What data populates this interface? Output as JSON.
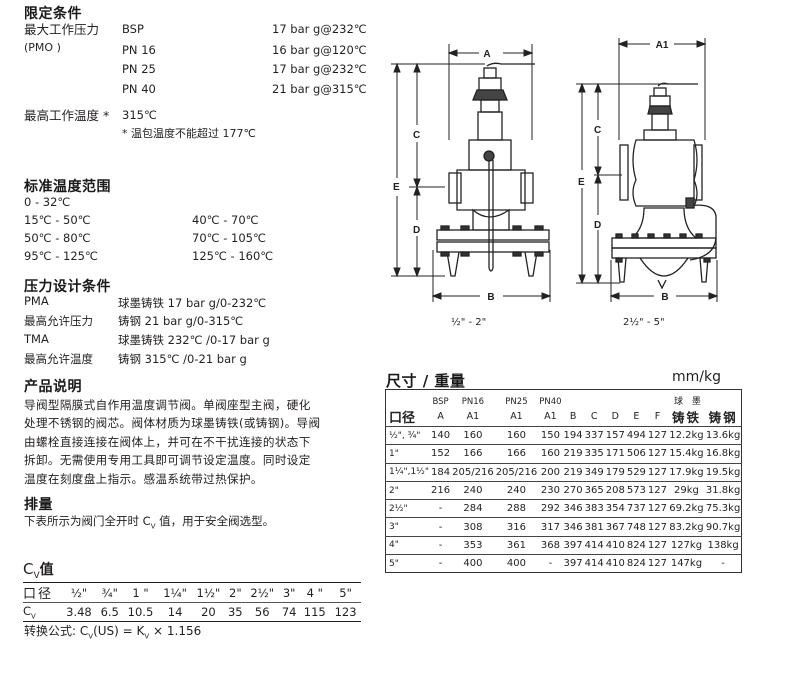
{
  "limits": {
    "title": "限定条件",
    "pmo_label": "最大工作压力",
    "pmo_sub": "(PMO )",
    "pmo_rows": [
      {
        "rating": "BSP",
        "value": "17 bar g@232℃"
      },
      {
        "rating": "PN 16",
        "value": "16 bar g@120℃"
      },
      {
        "rating": "PN 25",
        "value": "17 bar g@232℃"
      },
      {
        "rating": "PN 40",
        "value": "21 bar g@315℃"
      }
    ],
    "tmo_label": "最高工作温度 *",
    "tmo_value": "315℃",
    "tmo_note": "* 温包温度不能超过 177℃"
  },
  "temp_ranges": {
    "title": "标准温度范围",
    "items": [
      "0 - 32℃",
      "15℃ - 50℃",
      "40℃ - 70℃",
      "50℃ - 80℃",
      "70℃ - 105℃",
      "95℃ - 125℃",
      "125℃ - 160℃"
    ]
  },
  "design": {
    "title": "压力设计条件",
    "rows": [
      {
        "label": "PMA",
        "value": "球墨铸铁 17 bar g/0-232℃"
      },
      {
        "label": "最高允许压力",
        "value": "铸钢 21 bar g/0-315℃"
      },
      {
        "label": "TMA",
        "value": "球墨铸铁 232℃ /0-17 bar g"
      },
      {
        "label": "最高允许温度",
        "value": "铸钢 315℃ /0-21 bar g"
      }
    ]
  },
  "description": {
    "title": "产品说明",
    "lines": [
      "导阀型隔膜式自作用温度调节阀。单阀座型主阀，硬化",
      "处理不锈钢的阀芯。阀体材质为球墨铸铁(或铸钢)。导阀",
      "由螺栓直接连接在阀体上，并可在不干扰连接的状态下",
      "拆卸。无需使用专用工具即可调节设定温度。同时设定",
      "温度在刻度盘上指示。感温系统带过热保护。"
    ]
  },
  "capacity": {
    "title": "排量",
    "text_pre": "下表所示为阀门全开时 C",
    "text_sub": "V",
    "text_post": " 值，用于安全阀选型。"
  },
  "cv": {
    "title_c": "C",
    "title_sub": "V",
    "title_rest": "值",
    "size_label": "口径",
    "cv_label_c": "C",
    "cv_label_sub": "V",
    "sizes": [
      "½\"",
      "¾\"",
      "1 \"",
      "1¼\"",
      "1½\"",
      "2\"",
      "2½\"",
      "3\"",
      "4 \"",
      "5\""
    ],
    "values": [
      "3.48",
      "6.5",
      "10.5",
      "14",
      "20",
      "35",
      "56",
      "74",
      "115",
      "123"
    ],
    "formula_prefix": "转换公式:",
    "formula_c": "C",
    "formula_sub1": "V",
    "formula_mid": "(US) = K",
    "formula_sub2": "V",
    "formula_end": "× 1.156"
  },
  "diagrams": {
    "left": {
      "caption": "½\" - 2\"",
      "labels": {
        "A": "A",
        "B": "B",
        "C": "C",
        "D": "D",
        "E": "E"
      }
    },
    "right": {
      "caption": "2½\" - 5\"",
      "labels": {
        "A1": "A1",
        "B": "B",
        "C": "C",
        "D": "D",
        "E": "E"
      }
    }
  },
  "dimensions": {
    "title": "尺寸 / 重量",
    "units": "mm/kg",
    "header_top": [
      "",
      "BSP",
      "PN16",
      "PN25",
      "PN40",
      "",
      "",
      "",
      "",
      "",
      "球 墨",
      ""
    ],
    "header": [
      "口径",
      "A",
      "A1",
      "A1",
      "A1",
      "B",
      "C",
      "D",
      "E",
      "F",
      "铸铁",
      "铸钢"
    ],
    "rows": [
      [
        "½\", ¾\"",
        "140",
        "160",
        "160",
        "150",
        "194",
        "337",
        "157",
        "494",
        "127",
        "12.2kg",
        "13.6kg"
      ],
      [
        "1\"",
        "152",
        "166",
        "166",
        "160",
        "219",
        "335",
        "171",
        "506",
        "127",
        "15.4kg",
        "16.8kg"
      ],
      [
        "1¼\",1½\"",
        "184",
        "205/216",
        "205/216",
        "200",
        "219",
        "349",
        "179",
        "529",
        "127",
        "17.9kg",
        "19.5kg"
      ],
      [
        "2\"",
        "216",
        "240",
        "240",
        "230",
        "270",
        "365",
        "208",
        "573",
        "127",
        "29kg",
        "31.8kg"
      ],
      [
        "2½\"",
        "-",
        "284",
        "288",
        "292",
        "346",
        "383",
        "354",
        "737",
        "127",
        "69.2kg",
        "75.3kg"
      ],
      [
        "3\"",
        "-",
        "308",
        "316",
        "317",
        "346",
        "381",
        "367",
        "748",
        "127",
        "83.2kg",
        "90.7kg"
      ],
      [
        "4\"",
        "-",
        "353",
        "361",
        "368",
        "397",
        "414",
        "410",
        "824",
        "127",
        "127kg",
        "138kg"
      ],
      [
        "5\"",
        "-",
        "400",
        "400",
        "-",
        "397",
        "414",
        "410",
        "824",
        "127",
        "147kg",
        "-"
      ]
    ]
  }
}
